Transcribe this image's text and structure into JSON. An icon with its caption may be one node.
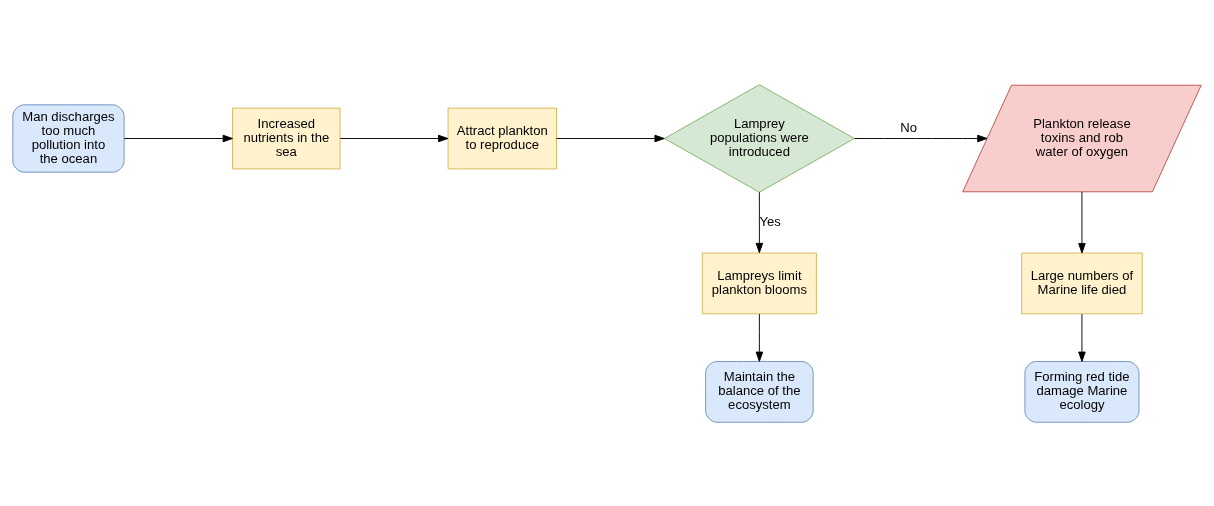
{
  "diagram": {
    "nodes": [
      {
        "text": [
          "Man discharges too much pollution into the ocean"
        ]
      },
      {
        "text": [
          "Increased nutrients in the sea"
        ]
      },
      {
        "text": [
          "Attract plankton to reproduce"
        ]
      },
      {
        "text": [
          "Lamprey populations were introduced"
        ]
      },
      {
        "text": [
          "Plankton release toxins and rob water of oxygen"
        ]
      },
      {
        "text": [
          "Lampreys limit plankton blooms"
        ]
      },
      {
        "text": [
          "Large numbers of Marine life died"
        ]
      },
      {
        "text": [
          "Maintain the balance of the ecosystem"
        ]
      },
      {
        "text": [
          "Forming red tide damage Marine ecology"
        ]
      }
    ],
    "edges": [
      {
        "from": 0,
        "to": 1,
        "arrow": "to"
      },
      {
        "from": 1,
        "to": 2,
        "arrow": "to"
      },
      {
        "from": 2,
        "to": 3,
        "arrow": "to"
      },
      {
        "from": 3,
        "to": 4,
        "arrow": "to",
        "label": "No"
      },
      {
        "from": 3,
        "to": 5,
        "arrow": "to",
        "label": "Yes"
      },
      {
        "from": 4,
        "to": 6,
        "arrow": "to"
      },
      {
        "from": 5,
        "to": 7,
        "arrow": "to"
      },
      {
        "from": 6,
        "to": 8,
        "arrow": "to"
      }
    ]
  }
}
